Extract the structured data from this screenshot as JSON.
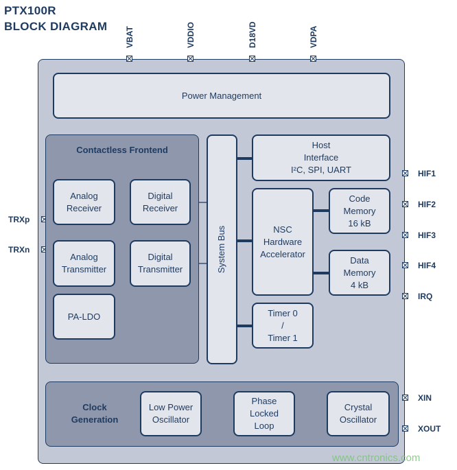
{
  "title": {
    "line1": "PTX100R",
    "line2": "BLOCK DIAGRAM"
  },
  "pins": {
    "top": [
      "VBAT",
      "VDDIO",
      "D18VD",
      "VDPA"
    ],
    "left": [
      "TRXp",
      "TRXn"
    ],
    "right": [
      "HIF1",
      "HIF2",
      "HIF3",
      "HIF4",
      "IRQ",
      "XIN",
      "XOUT"
    ]
  },
  "blocks": {
    "power_management": "Power Management",
    "contactless_frontend": "Contactless Frontend",
    "analog_receiver": "Analog\nReceiver",
    "digital_receiver": "Digital\nReceiver",
    "analog_transmitter": "Analog\nTransmitter",
    "digital_transmitter": "Digital\nTransmitter",
    "pa_ldo": "PA-LDO",
    "system_bus": "System Bus",
    "host_interface": "Host\nInterface\nI²C, SPI, UART",
    "nsc": "NSC\nHardware\nAccelerator",
    "code_memory": "Code\nMemory\n16 kB",
    "data_memory": "Data\nMemory\n4 kB",
    "timer": "Timer 0\n/\nTimer 1",
    "clock_generation": "Clock\nGeneration",
    "low_power_osc": "Low Power\nOscillator",
    "pll": "Phase\nLocked\nLoop",
    "crystal_osc": "Crystal\nOscillator"
  },
  "watermark": "www.cntronics.com"
}
